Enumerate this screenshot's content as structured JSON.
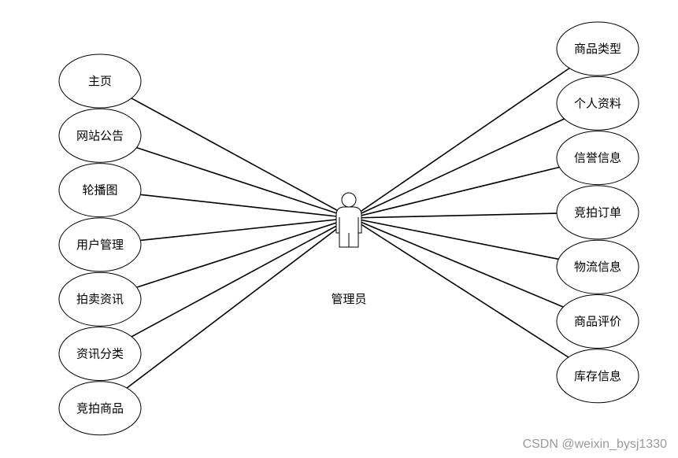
{
  "actor": {
    "label": "管理员"
  },
  "use_cases_left": [
    "主页",
    "网站公告",
    "轮播图",
    "用户管理",
    "拍卖资讯",
    "资讯分类",
    "竞拍商品"
  ],
  "use_cases_right": [
    "商品类型",
    "个人资料",
    "信誉信息",
    "竞拍订单",
    "物流信息",
    "商品评价",
    "库存信息"
  ],
  "watermark": "CSDN @weixin_bysj1330"
}
